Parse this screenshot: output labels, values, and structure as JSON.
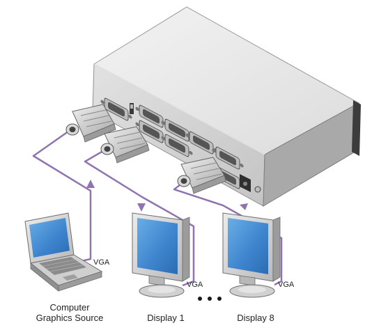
{
  "cable_labels": {
    "computer": "VGA",
    "display1": "VGA",
    "display8": "VGA"
  },
  "captions": {
    "computer_line1": "Computer",
    "computer_line2": "Graphics Source",
    "display1": "Display 1",
    "display8": "Display 8"
  },
  "colors": {
    "cable": "#8f74b0",
    "chassis_top": "#e9e9e9",
    "chassis_front": "#d3d3d3",
    "chassis_side": "#9a9a9a",
    "screen_blue": "#3f86cf",
    "bezel": "#cfcfcf"
  },
  "icons": [
    "dsub-connector-icon",
    "power-jack-icon",
    "laptop-icon",
    "monitor-icon"
  ]
}
